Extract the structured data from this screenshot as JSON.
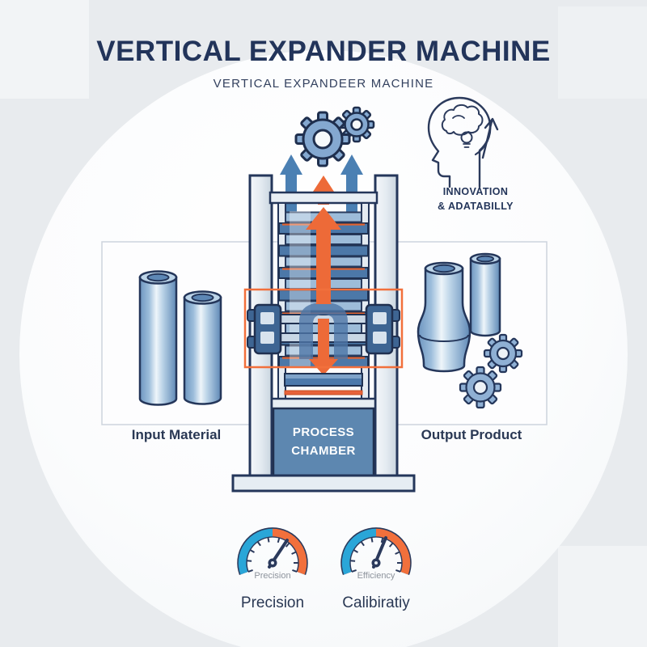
{
  "header": {
    "title": "VERTICAL EXPANDER MACHINE",
    "subtitle": "VERTICAL EXPANDEER MACHINE"
  },
  "innovation": {
    "line1": "INNOVATION",
    "line2": "& ADATABILLY"
  },
  "machine": {
    "chamber_line1": "PROCESS",
    "chamber_line2": "CHAMBER"
  },
  "sections": {
    "input_label": "Input Material",
    "output_label": "Output Product"
  },
  "gauges": [
    {
      "dial_label": "Precision",
      "caption": "Precision"
    },
    {
      "dial_label": "Efficiency",
      "caption": "Calibiratiy"
    }
  ],
  "colors": {
    "navy": "#24365a",
    "steel_blue": "#4c78a8",
    "accent_orange": "#ed6a38",
    "highlight_box_orange": "#f2703c",
    "arrow_blue": "#4b80b3",
    "gauge_blue": "#2aa6d8",
    "gauge_orange": "#f2703c",
    "chamber_blue": "#5d87b0"
  },
  "icons": [
    "gears-icon",
    "innovation-head-icon",
    "up-arrow-icon",
    "gauge-icon",
    "cylinder-icon"
  ]
}
